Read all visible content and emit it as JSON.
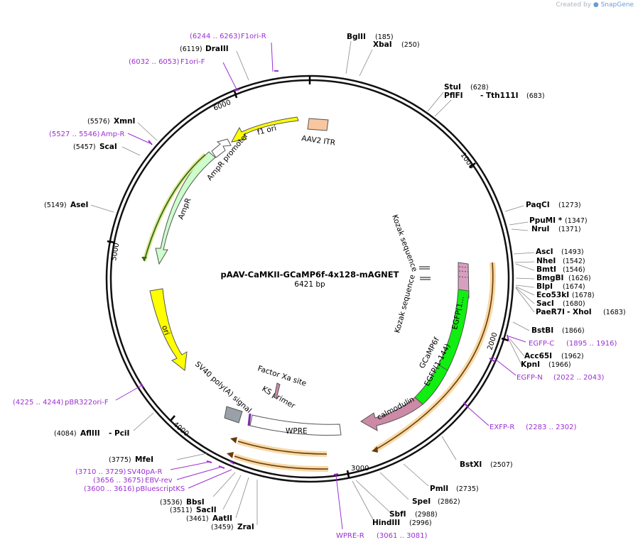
{
  "credit": {
    "prefix": "Created by",
    "brand": "SnapGene"
  },
  "plasmid": {
    "name": "pAAV-CaMKII-GCaMP6f-4x128-mAGNET",
    "length": "6421 bp"
  },
  "ticks": [
    "1000",
    "2000",
    "3000",
    "4000",
    "5000",
    "6000"
  ],
  "enzymes_right": [
    {
      "name": "BglII",
      "pos": "(185)"
    },
    {
      "name": "XbaI",
      "pos": "(250)"
    },
    {
      "name": "StuI",
      "pos": "(628)"
    },
    {
      "name": "PflFI",
      "name2": "Tth111I",
      "pos": "(683)"
    },
    {
      "name": "PaqCI",
      "pos": "(1273)"
    },
    {
      "name": "PpuMI *",
      "pos": "(1347)"
    },
    {
      "name": "NruI",
      "pos": "(1371)"
    },
    {
      "name": "AscI",
      "pos": "(1493)"
    },
    {
      "name": "NheI",
      "pos": "(1542)"
    },
    {
      "name": "BmtI",
      "pos": "(1546)"
    },
    {
      "name": "BmgBI",
      "pos": "(1626)"
    },
    {
      "name": "BlpI",
      "pos": "(1674)"
    },
    {
      "name": "Eco53kI",
      "pos": "(1678)"
    },
    {
      "name": "SacI",
      "pos": "(1680)"
    },
    {
      "name": "PaeR7I",
      "name2": "XhoI",
      "pos": "(1683)"
    },
    {
      "name": "BstBI",
      "pos": "(1866)"
    },
    {
      "name": "Acc65I",
      "pos": "(1962)"
    },
    {
      "name": "KpnI",
      "pos": "(1966)"
    },
    {
      "name": "BstXI",
      "pos": "(2507)"
    },
    {
      "name": "PmlI",
      "pos": "(2735)"
    },
    {
      "name": "SpeI",
      "pos": "(2862)"
    },
    {
      "name": "SbfI",
      "pos": "(2988)"
    },
    {
      "name": "HindIII",
      "pos": "(2996)"
    }
  ],
  "enzymes_left": [
    {
      "name": "DraIII",
      "pos": "(6119)"
    },
    {
      "name": "XmnI",
      "pos": "(5576)"
    },
    {
      "name": "ScaI",
      "pos": "(5457)"
    },
    {
      "name": "AseI",
      "pos": "(5149)"
    },
    {
      "name": "AflIII",
      "name2": "PciI",
      "pos": "(4084)"
    },
    {
      "name": "MfeI",
      "pos": "(3775)"
    },
    {
      "name": "BbsI",
      "pos": "(3536)"
    },
    {
      "name": "SacII",
      "pos": "(3511)"
    },
    {
      "name": "AatII",
      "pos": "(3461)"
    },
    {
      "name": "ZraI",
      "pos": "(3459)"
    }
  ],
  "primers": [
    {
      "name": "F1ori-R",
      "range": "(6244 .. 6263)"
    },
    {
      "name": "F1ori-F",
      "range": "(6032 .. 6053)"
    },
    {
      "name": "Amp-R",
      "range": "(5527 .. 5546)"
    },
    {
      "name": "EGFP-C",
      "range": "(1895 .. 1916)"
    },
    {
      "name": "EGFP-N",
      "range": "(2022 .. 2043)"
    },
    {
      "name": "EXFP-R",
      "range": "(2283 .. 2302)"
    },
    {
      "name": "WPRE-R",
      "range": "(3061 .. 3081)"
    },
    {
      "name": "pBR322ori-F",
      "range": "(4225 .. 4244)"
    },
    {
      "name": "SV40pA-R",
      "range": "(3710 .. 3729)"
    },
    {
      "name": "EBV-rev",
      "range": "(3656 .. 3675)"
    },
    {
      "name": "pBluescriptKS",
      "range": "(3600 .. 3616)"
    }
  ],
  "features": {
    "aav2_itr": "AAV2 ITR",
    "f1_ori": "f1 ori",
    "ampr_promoter": "AmpR promoter",
    "ampr": "AmpR",
    "ori": "ori",
    "kozak1": "Kozak sequence",
    "kozak2": "Kozak sequence",
    "gcamp6f": "GCaMP6f",
    "egfp_1_144": "EGFP(1-144)",
    "egfp_small": "EGFP(1...",
    "calmodulin": "calmodulin",
    "sv40": "SV40 poly(A) signal",
    "factor_xa": "Factor Xa site",
    "ks_primer": "KS primer",
    "wpre": "WPRE"
  }
}
